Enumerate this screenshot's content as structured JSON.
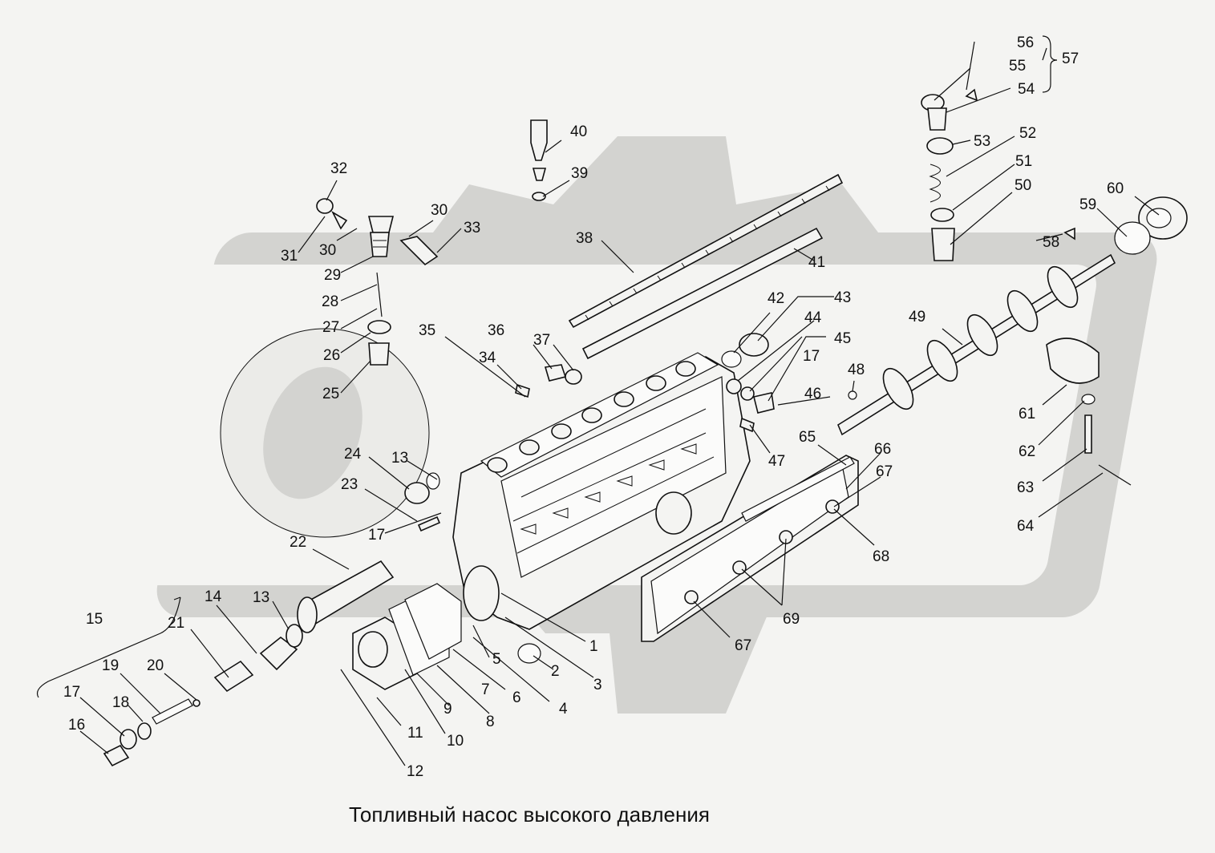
{
  "caption": "Топливный насос высокого давления",
  "watermark": "OAK",
  "colors": {
    "background": "#f4f4f2",
    "watermark": "#d3d3d0",
    "line": "#111111"
  },
  "callouts": [
    "1",
    "2",
    "3",
    "4",
    "5",
    "6",
    "7",
    "8",
    "9",
    "10",
    "11",
    "12",
    "13",
    "13",
    "14",
    "15",
    "16",
    "17",
    "17",
    "17",
    "18",
    "19",
    "20",
    "21",
    "22",
    "23",
    "24",
    "25",
    "26",
    "27",
    "28",
    "29",
    "30",
    "30",
    "31",
    "32",
    "33",
    "34",
    "35",
    "36",
    "37",
    "38",
    "39",
    "40",
    "41",
    "42",
    "43",
    "44",
    "45",
    "46",
    "47",
    "48",
    "49",
    "50",
    "51",
    "52",
    "53",
    "54",
    "55",
    "56",
    "57",
    "58",
    "59",
    "60",
    "61",
    "62",
    "63",
    "64",
    "65",
    "66",
    "67",
    "67",
    "68",
    "69"
  ]
}
